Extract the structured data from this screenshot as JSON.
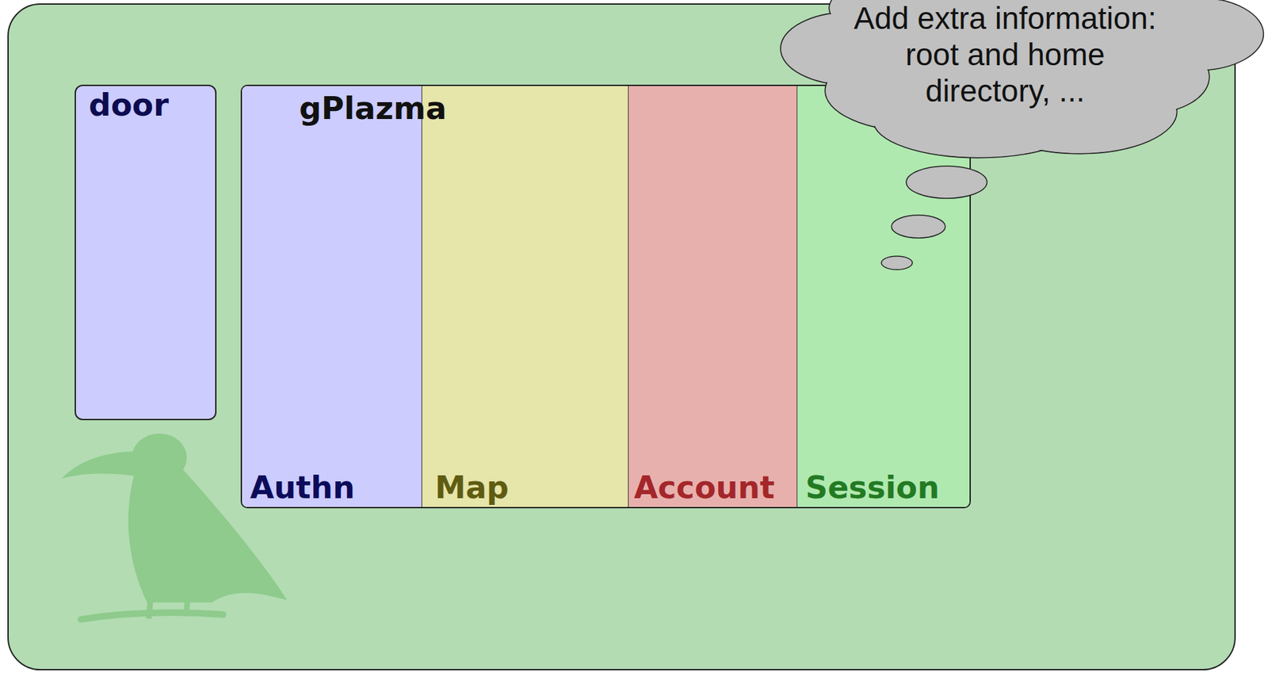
{
  "diagram": {
    "nodes": [
      {
        "text": [
          "door"
        ]
      },
      {
        "text": [
          "gPlazma"
        ]
      },
      {
        "text": [
          "Authn"
        ],
        "in": 1
      },
      {
        "text": [
          "Map"
        ],
        "in": 1
      },
      {
        "text": [
          "Account"
        ],
        "in": 1
      },
      {
        "text": [
          "Session"
        ],
        "in": 1
      },
      {
        "text": [
          "Add extra information: root and home directory, ..."
        ]
      }
    ]
  }
}
